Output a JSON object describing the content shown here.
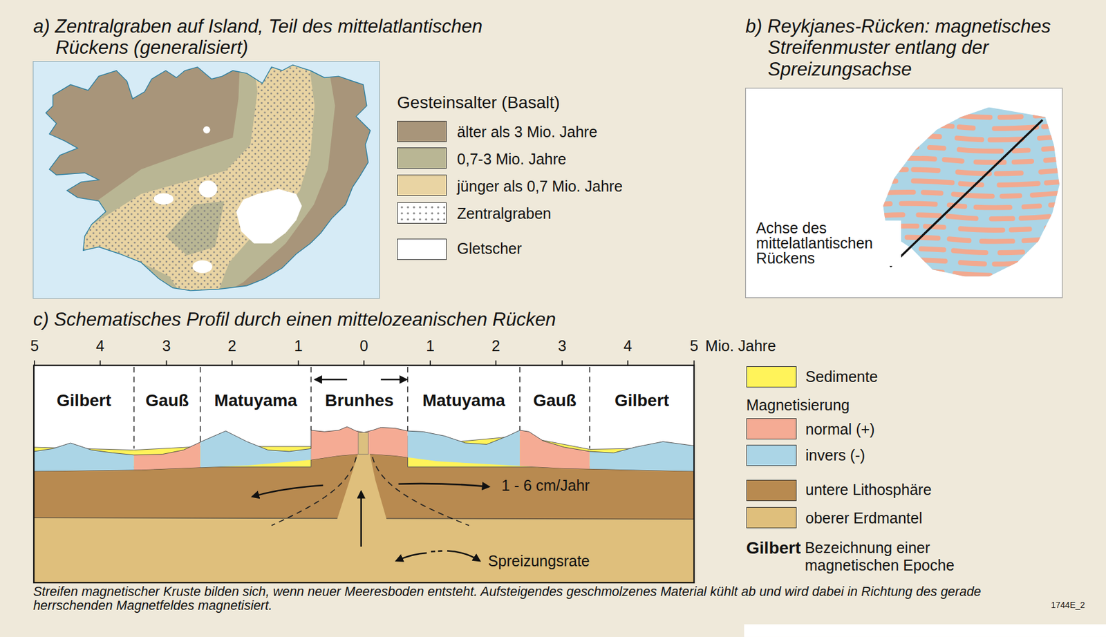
{
  "diagram": {
    "caption": "Streifen magnetischer Kruste bilden sich, wenn neuer Meeresboden entsteht. Aufsteigendes geschmolzenes Material kühlt ab und wird dabei in Richtung des gerade herrschenden Magnetfeldes magnetisiert.",
    "nodes": [
      {
        "text": [
          "a) Zentralgraben auf Island, Teil des mittelatlantischen Rückens (generalisiert)"
        ]
      },
      {
        "text": [
          "b) Reykjanes-Rücken: magnetisches Streifenmuster entlang der Spreizungsachse",
          "Achse des mittelatlantischen Rückens"
        ]
      },
      {
        "text": [
          "c) Schematisches Profil durch einen mittelozeanischen Rücken"
        ]
      },
      {
        "text": [
          "Gilbert"
        ],
        "in": 2
      },
      {
        "text": [
          "Gauß"
        ],
        "in": 2
      },
      {
        "text": [
          "Matuyama"
        ],
        "in": 2
      },
      {
        "text": [
          "Brunhes"
        ],
        "in": 2
      },
      {
        "text": [
          "Matuyama"
        ],
        "in": 2
      },
      {
        "text": [
          "Gauß"
        ],
        "in": 2
      },
      {
        "text": [
          "Gilbert"
        ],
        "in": 2
      }
    ],
    "labels": [
      "Gesteinsalter (Basalt)",
      "5",
      "4",
      "3",
      "2",
      "1",
      "0",
      "1",
      "2",
      "3",
      "4",
      "5",
      "Mio. Jahre",
      "1 - 6 cm/Jahr",
      "Spreizungsrate",
      "Magnetisierung",
      "Gilbert",
      "1744E_2"
    ],
    "legend": [
      {
        "text": "älter als 3 Mio. Jahre",
        "color": "#a8957a"
      },
      {
        "text": "0,7-3 Mio. Jahre",
        "color": "#b9b694"
      },
      {
        "text": "jünger als 0,7 Mio. Jahre",
        "color": "#e9d4a3"
      },
      {
        "text": "Zentralgraben"
      },
      {
        "text": "Gletscher",
        "color": "#ffffff"
      },
      {
        "text": "Sedimente",
        "color": "#fff35a"
      },
      {
        "text": "normal (+)",
        "color": "#f5ab94"
      },
      {
        "text": "invers (-)",
        "color": "#abd5e6"
      },
      {
        "text": "untere Lithosphäre",
        "color": "#b88a50"
      },
      {
        "text": "oberer Erdmantel",
        "color": "#dfbf7c"
      },
      {
        "text": "Bezeichnung einer magnetischen Epoche"
      }
    ]
  }
}
